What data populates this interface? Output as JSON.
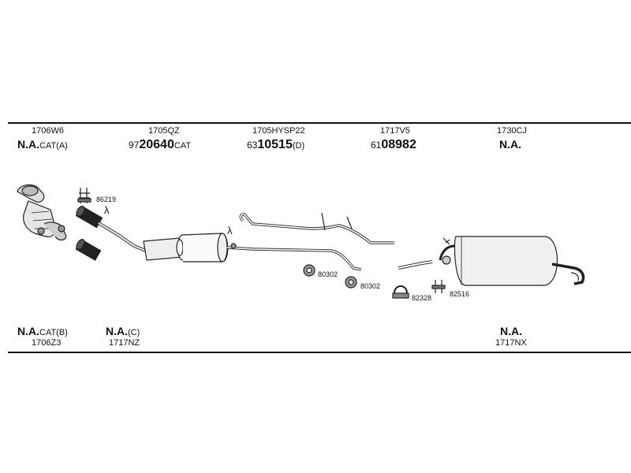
{
  "top_parts": [
    {
      "code": "1706W6",
      "main": "N.A.",
      "suffix": "CAT(A)"
    },
    {
      "code": "1705QZ",
      "prefix": "97",
      "main": "20640",
      "suffix": "CAT"
    },
    {
      "code": "1705HYSP22",
      "prefix": "63",
      "main": "10515",
      "suffix": "(D)"
    },
    {
      "code": "1717V5",
      "prefix": "61",
      "main": "08982",
      "suffix": ""
    },
    {
      "code": "1730CJ",
      "main": "N.A.",
      "suffix": ""
    }
  ],
  "bottom_parts": [
    {
      "code": "1706Z3",
      "main": "N.A.",
      "suffix": "CAT(B)"
    },
    {
      "code": "1717NZ",
      "main": "N.A.",
      "suffix": "(C)"
    },
    {
      "code": "1717NX",
      "main": "N.A.",
      "suffix": ""
    }
  ],
  "small_parts": [
    "86219",
    "80302",
    "80302",
    "82328",
    "82516"
  ],
  "lambda_symbol": "λ"
}
